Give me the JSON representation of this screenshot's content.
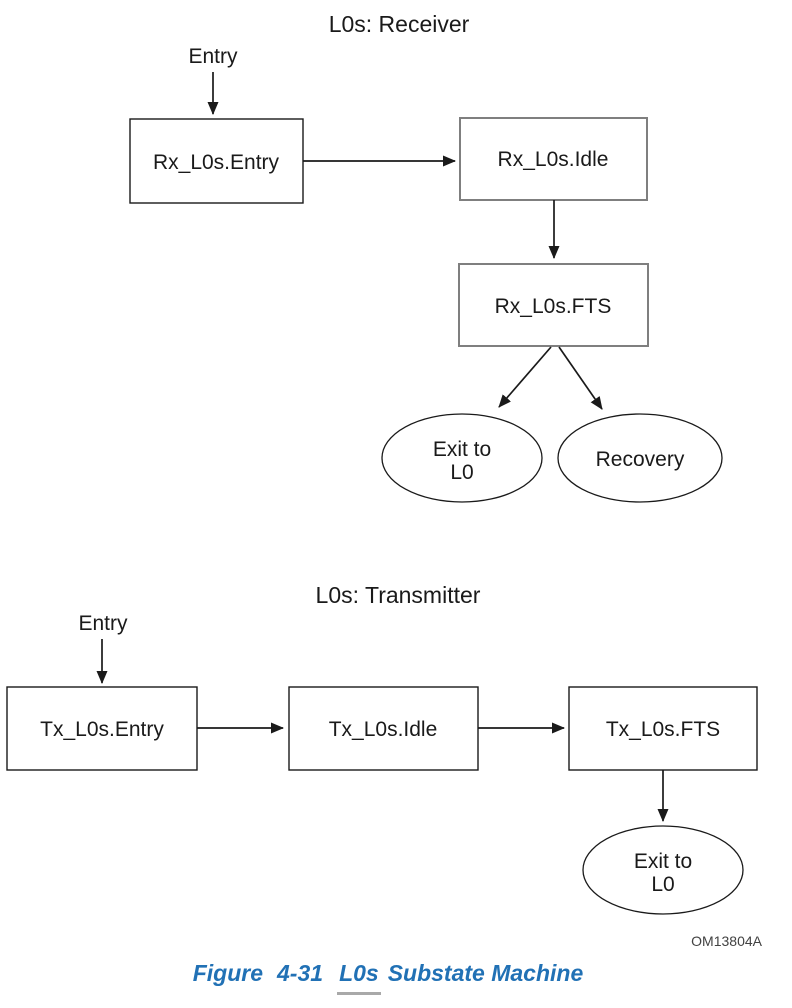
{
  "receiver": {
    "title": "L0s: Receiver",
    "entry_label": "Entry",
    "states": {
      "entry": "Rx_L0s.Entry",
      "idle": "Rx_L0s.Idle",
      "fts": "Rx_L0s.FTS"
    },
    "exits": {
      "exit_l0_line1": "Exit to",
      "exit_l0_line2": "L0",
      "recovery": "Recovery"
    }
  },
  "transmitter": {
    "title": "L0s: Transmitter",
    "entry_label": "Entry",
    "states": {
      "entry": "Tx_L0s.Entry",
      "idle": "Tx_L0s.Idle",
      "fts": "Tx_L0s.FTS"
    },
    "exits": {
      "exit_l0_line1": "Exit to",
      "exit_l0_line2": "L0"
    }
  },
  "watermark": "OM13804A",
  "caption": {
    "prefix": "Figure",
    "number": "4-31",
    "link": "L0s",
    "suffix": "Substate Machine"
  },
  "colors": {
    "caption_blue": "#2171B5",
    "link_underline_gray": "#A9A9A9",
    "state_box_gray_border": "#7F7F7F",
    "line_black": "#1A1A1A",
    "watermark_gray": "#424242",
    "background": "#FFFFFF"
  }
}
